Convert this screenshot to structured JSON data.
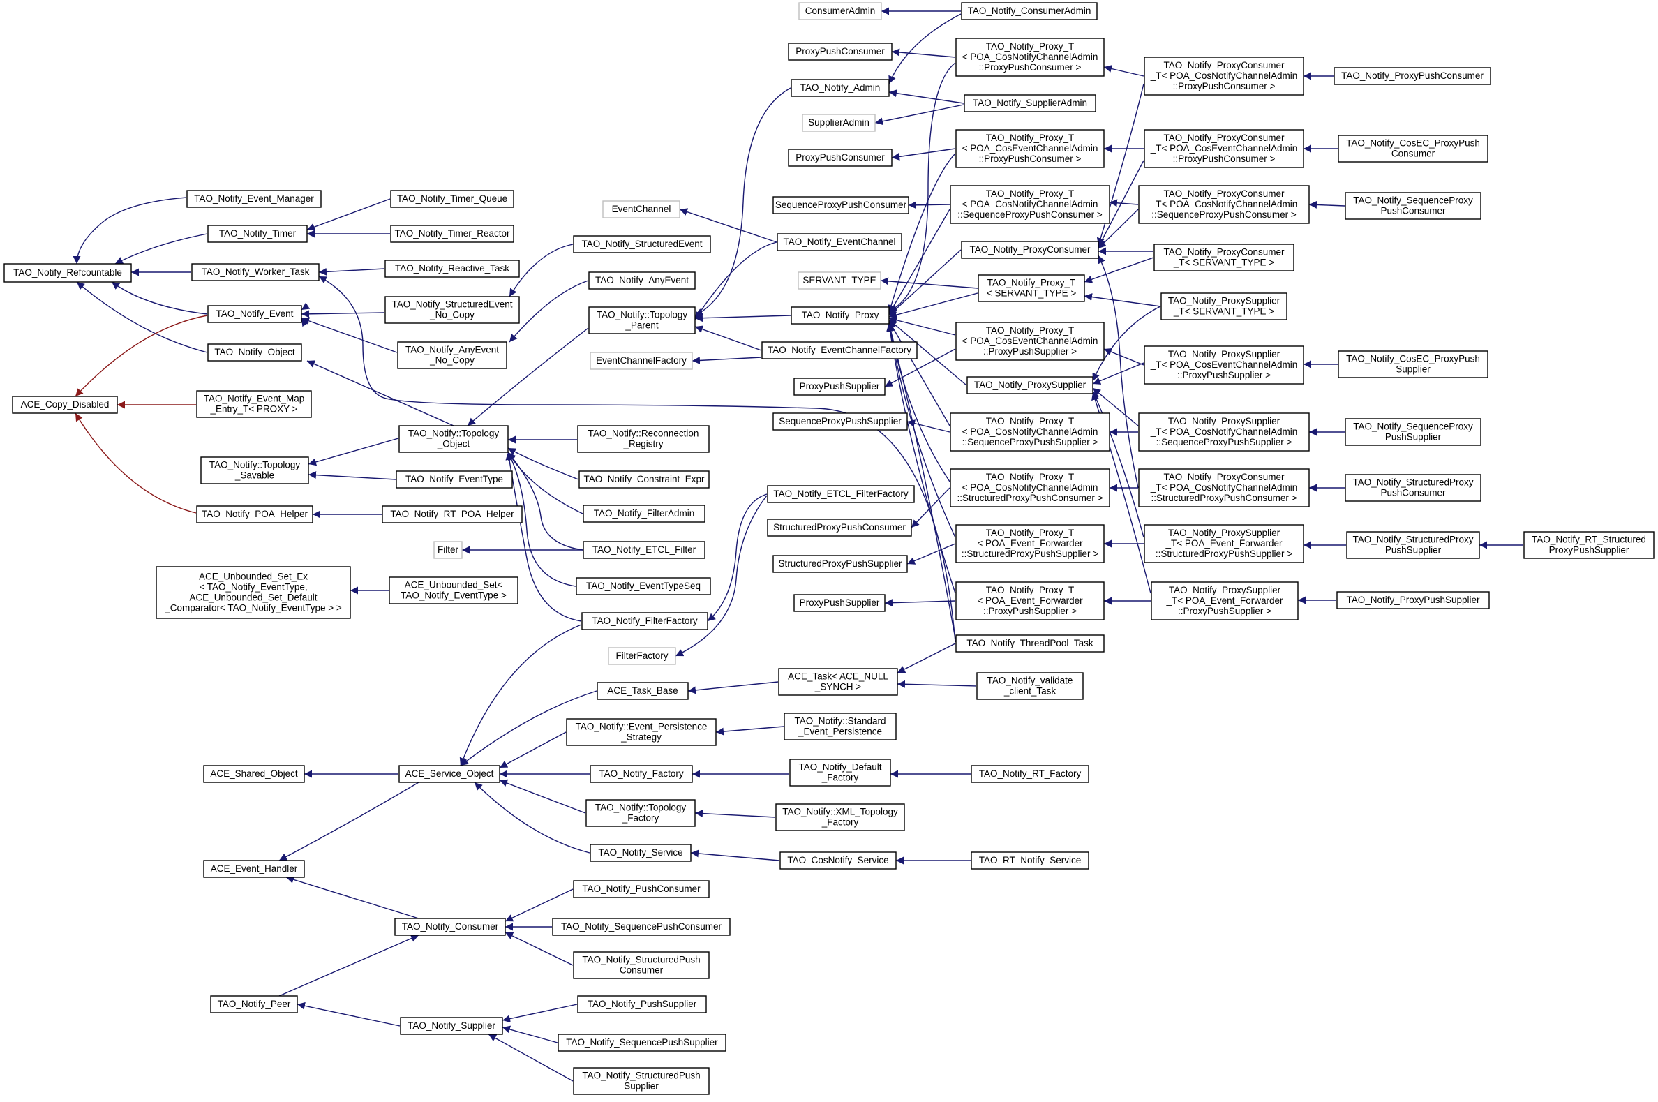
{
  "colors": {
    "edge": "#191970",
    "edge_private": "#8b1a1a",
    "external_border": "#bfbfbf"
  },
  "nodes": [
    {
      "id": "n0",
      "lines": [
        "TAO_Notify_Refcountable"
      ]
    },
    {
      "id": "n1",
      "lines": [
        "TAO_Notify_Event_Manager"
      ]
    },
    {
      "id": "n2",
      "lines": [
        "TAO_Notify_Timer"
      ]
    },
    {
      "id": "n3",
      "lines": [
        "TAO_Notify_Timer_Queue"
      ]
    },
    {
      "id": "n4",
      "lines": [
        "TAO_Notify_Timer_Reactor"
      ]
    },
    {
      "id": "n5",
      "lines": [
        "TAO_Notify_Worker_Task"
      ]
    },
    {
      "id": "n6",
      "lines": [
        "TAO_Notify_Reactive_Task"
      ]
    },
    {
      "id": "n7",
      "lines": [
        "TAO_Notify_Event"
      ]
    },
    {
      "id": "n8",
      "lines": [
        "TAO_Notify_StructuredEvent",
        "_No_Copy"
      ]
    },
    {
      "id": "n9",
      "lines": [
        "TAO_Notify_AnyEvent",
        "_No_Copy"
      ]
    },
    {
      "id": "n10",
      "lines": [
        "TAO_Notify_Object"
      ]
    },
    {
      "id": "n11",
      "lines": [
        "ACE_Copy_Disabled"
      ]
    },
    {
      "id": "n12",
      "lines": [
        "TAO_Notify_Event_Map",
        "_Entry_T< PROXY >"
      ]
    },
    {
      "id": "n13",
      "lines": [
        "TAO_Notify::Topology",
        "_Savable"
      ]
    },
    {
      "id": "n14",
      "lines": [
        "TAO_Notify_POA_Helper"
      ]
    },
    {
      "id": "n15",
      "lines": [
        "TAO_Notify_RT_POA_Helper"
      ]
    },
    {
      "id": "n16",
      "lines": [
        "ACE_Unbounded_Set_Ex",
        "< TAO_Notify_EventType,",
        "ACE_Unbounded_Set_Default",
        "_Comparator< TAO_Notify_EventType > >"
      ]
    },
    {
      "id": "n17",
      "lines": [
        "ACE_Unbounded_Set<",
        "TAO_Notify_EventType >"
      ]
    },
    {
      "id": "n18",
      "lines": [
        "TAO_Notify_StructuredEvent"
      ]
    },
    {
      "id": "n19",
      "lines": [
        "TAO_Notify_AnyEvent"
      ]
    },
    {
      "id": "n20",
      "lines": [
        "TAO_Notify::Topology",
        "_Parent"
      ]
    },
    {
      "id": "n21",
      "lines": [
        "TAO_Notify::Topology",
        "_Object"
      ]
    },
    {
      "id": "n22",
      "lines": [
        "TAO_Notify::Reconnection",
        "_Registry"
      ]
    },
    {
      "id": "n23",
      "lines": [
        "TAO_Notify_EventType"
      ]
    },
    {
      "id": "n24",
      "lines": [
        "TAO_Notify_Constraint_Expr"
      ]
    },
    {
      "id": "n25",
      "lines": [
        "TAO_Notify_FilterAdmin"
      ]
    },
    {
      "id": "n26",
      "lines": [
        "Filter"
      ],
      "external": true
    },
    {
      "id": "n27",
      "lines": [
        "TAO_Notify_ETCL_Filter"
      ]
    },
    {
      "id": "n28",
      "lines": [
        "TAO_Notify_EventTypeSeq"
      ]
    },
    {
      "id": "n29",
      "lines": [
        "TAO_Notify_FilterFactory"
      ]
    },
    {
      "id": "n30",
      "lines": [
        "EventChannel"
      ],
      "external": true
    },
    {
      "id": "n31",
      "lines": [
        "EventChannelFactory"
      ],
      "external": true
    },
    {
      "id": "n32",
      "lines": [
        "FilterFactory"
      ],
      "external": true
    },
    {
      "id": "n33",
      "lines": [
        "ConsumerAdmin"
      ],
      "external": true
    },
    {
      "id": "n34",
      "lines": [
        "ProxyPushConsumer"
      ]
    },
    {
      "id": "n35",
      "lines": [
        "SupplierAdmin"
      ],
      "external": true
    },
    {
      "id": "n36",
      "lines": [
        "ProxyPushConsumer"
      ]
    },
    {
      "id": "n37",
      "lines": [
        "SequenceProxyPushConsumer"
      ]
    },
    {
      "id": "n38",
      "lines": [
        "SERVANT_TYPE"
      ],
      "external": true
    },
    {
      "id": "n39",
      "lines": [
        "ProxyPushSupplier"
      ]
    },
    {
      "id": "n40",
      "lines": [
        "SequenceProxyPushSupplier"
      ]
    },
    {
      "id": "n41",
      "lines": [
        "StructuredProxyPushConsumer"
      ]
    },
    {
      "id": "n42",
      "lines": [
        "StructuredProxyPushSupplier"
      ]
    },
    {
      "id": "n43",
      "lines": [
        "ProxyPushSupplier"
      ]
    },
    {
      "id": "n44",
      "lines": [
        "TAO_Notify_Admin"
      ]
    },
    {
      "id": "n45",
      "lines": [
        "TAO_Notify_EventChannel"
      ]
    },
    {
      "id": "n46",
      "lines": [
        "TAO_Notify_Proxy"
      ]
    },
    {
      "id": "n47",
      "lines": [
        "TAO_Notify_EventChannelFactory"
      ]
    },
    {
      "id": "n48",
      "lines": [
        "TAO_Notify_ETCL_FilterFactory"
      ]
    },
    {
      "id": "n49",
      "lines": [
        "TAO_Notify_ConsumerAdmin"
      ]
    },
    {
      "id": "n50",
      "lines": [
        "TAO_Notify_Proxy_T",
        "< POA_CosNotifyChannelAdmin",
        "::ProxyPushConsumer >"
      ]
    },
    {
      "id": "n51",
      "lines": [
        "TAO_Notify_SupplierAdmin"
      ]
    },
    {
      "id": "n52",
      "lines": [
        "TAO_Notify_Proxy_T",
        "< POA_CosEventChannelAdmin",
        "::ProxyPushConsumer >"
      ]
    },
    {
      "id": "n53",
      "lines": [
        "TAO_Notify_Proxy_T",
        "< POA_CosNotifyChannelAdmin",
        "::SequenceProxyPushConsumer >"
      ]
    },
    {
      "id": "n54",
      "lines": [
        "TAO_Notify_ProxyConsumer"
      ]
    },
    {
      "id": "n55",
      "lines": [
        "TAO_Notify_Proxy_T",
        "< SERVANT_TYPE >"
      ]
    },
    {
      "id": "n56",
      "lines": [
        "TAO_Notify_Proxy_T",
        "< POA_CosEventChannelAdmin",
        "::ProxyPushSupplier >"
      ]
    },
    {
      "id": "n57",
      "lines": [
        "TAO_Notify_ProxySupplier"
      ]
    },
    {
      "id": "n58",
      "lines": [
        "TAO_Notify_Proxy_T",
        "< POA_CosNotifyChannelAdmin",
        "::SequenceProxyPushSupplier >"
      ]
    },
    {
      "id": "n59",
      "lines": [
        "TAO_Notify_Proxy_T",
        "< POA_CosNotifyChannelAdmin",
        "::StructuredProxyPushConsumer >"
      ]
    },
    {
      "id": "n60",
      "lines": [
        "TAO_Notify_Proxy_T",
        "< POA_Event_Forwarder",
        "::StructuredProxyPushSupplier >"
      ]
    },
    {
      "id": "n61",
      "lines": [
        "TAO_Notify_Proxy_T",
        "< POA_Event_Forwarder",
        "::ProxyPushSupplier >"
      ]
    },
    {
      "id": "n62",
      "lines": [
        "TAO_Notify_ThreadPool_Task"
      ]
    },
    {
      "id": "n63",
      "lines": [
        "TAO_Notify_ProxyConsumer",
        "_T< POA_CosNotifyChannelAdmin",
        "::ProxyPushConsumer >"
      ]
    },
    {
      "id": "n64",
      "lines": [
        "TAO_Notify_ProxyConsumer",
        "_T< POA_CosEventChannelAdmin",
        "::ProxyPushConsumer >"
      ]
    },
    {
      "id": "n65",
      "lines": [
        "TAO_Notify_ProxyConsumer",
        "_T< POA_CosNotifyChannelAdmin",
        "::SequenceProxyPushConsumer >"
      ]
    },
    {
      "id": "n66",
      "lines": [
        "TAO_Notify_ProxyConsumer",
        "_T< SERVANT_TYPE >"
      ]
    },
    {
      "id": "n67",
      "lines": [
        "TAO_Notify_ProxySupplier",
        "_T< SERVANT_TYPE >"
      ]
    },
    {
      "id": "n68",
      "lines": [
        "TAO_Notify_ProxySupplier",
        "_T< POA_CosEventChannelAdmin",
        "::ProxyPushSupplier >"
      ]
    },
    {
      "id": "n69",
      "lines": [
        "TAO_Notify_ProxySupplier",
        "_T< POA_CosNotifyChannelAdmin",
        "::SequenceProxyPushSupplier >"
      ]
    },
    {
      "id": "n70",
      "lines": [
        "TAO_Notify_ProxyConsumer",
        "_T< POA_CosNotifyChannelAdmin",
        "::StructuredProxyPushConsumer >"
      ]
    },
    {
      "id": "n71",
      "lines": [
        "TAO_Notify_ProxySupplier",
        "_T< POA_Event_Forwarder",
        "::StructuredProxyPushSupplier >"
      ]
    },
    {
      "id": "n72",
      "lines": [
        "TAO_Notify_ProxySupplier",
        "_T< POA_Event_Forwarder",
        "::ProxyPushSupplier >"
      ]
    },
    {
      "id": "n73",
      "lines": [
        "TAO_Notify_ProxyPushConsumer"
      ]
    },
    {
      "id": "n74",
      "lines": [
        "TAO_Notify_CosEC_ProxyPush",
        "Consumer"
      ]
    },
    {
      "id": "n75",
      "lines": [
        "TAO_Notify_SequenceProxy",
        "PushConsumer"
      ]
    },
    {
      "id": "n76",
      "lines": [
        "TAO_Notify_CosEC_ProxyPush",
        "Supplier"
      ]
    },
    {
      "id": "n77",
      "lines": [
        "TAO_Notify_SequenceProxy",
        "PushSupplier"
      ]
    },
    {
      "id": "n78",
      "lines": [
        "TAO_Notify_StructuredProxy",
        "PushConsumer"
      ]
    },
    {
      "id": "n79",
      "lines": [
        "TAO_Notify_StructuredProxy",
        "PushSupplier"
      ]
    },
    {
      "id": "n80",
      "lines": [
        "TAO_Notify_ProxyPushSupplier"
      ]
    },
    {
      "id": "n81",
      "lines": [
        "TAO_Notify_RT_Structured",
        "ProxyPushSupplier"
      ]
    },
    {
      "id": "n82",
      "lines": [
        "ACE_Task_Base"
      ]
    },
    {
      "id": "n83",
      "lines": [
        "ACE_Task< ACE_NULL",
        "_SYNCH >"
      ]
    },
    {
      "id": "n84",
      "lines": [
        "TAO_Notify_validate",
        "_client_Task"
      ]
    },
    {
      "id": "n85",
      "lines": [
        "TAO_Notify::Event_Persistence",
        "_Strategy"
      ]
    },
    {
      "id": "n86",
      "lines": [
        "TAO_Notify::Standard",
        "_Event_Persistence"
      ]
    },
    {
      "id": "n87",
      "lines": [
        "ACE_Shared_Object"
      ]
    },
    {
      "id": "n88",
      "lines": [
        "ACE_Service_Object"
      ]
    },
    {
      "id": "n89",
      "lines": [
        "TAO_Notify_Factory"
      ]
    },
    {
      "id": "n90",
      "lines": [
        "TAO_Notify_Default",
        "_Factory"
      ]
    },
    {
      "id": "n91",
      "lines": [
        "TAO_Notify_RT_Factory"
      ]
    },
    {
      "id": "n92",
      "lines": [
        "TAO_Notify::Topology",
        "_Factory"
      ]
    },
    {
      "id": "n93",
      "lines": [
        "TAO_Notify::XML_Topology",
        "_Factory"
      ]
    },
    {
      "id": "n94",
      "lines": [
        "ACE_Event_Handler"
      ]
    },
    {
      "id": "n95",
      "lines": [
        "TAO_Notify_Service"
      ]
    },
    {
      "id": "n96",
      "lines": [
        "TAO_CosNotify_Service"
      ]
    },
    {
      "id": "n97",
      "lines": [
        "TAO_RT_Notify_Service"
      ]
    },
    {
      "id": "n98",
      "lines": [
        "TAO_Notify_Consumer"
      ]
    },
    {
      "id": "n99",
      "lines": [
        "TAO_Notify_PushConsumer"
      ]
    },
    {
      "id": "n100",
      "lines": [
        "TAO_Notify_SequencePushConsumer"
      ]
    },
    {
      "id": "n101",
      "lines": [
        "TAO_Notify_StructuredPush",
        "Consumer"
      ]
    },
    {
      "id": "n102",
      "lines": [
        "TAO_Notify_Peer"
      ]
    },
    {
      "id": "n103",
      "lines": [
        "TAO_Notify_Supplier"
      ]
    },
    {
      "id": "n104",
      "lines": [
        "TAO_Notify_PushSupplier"
      ]
    },
    {
      "id": "n105",
      "lines": [
        "TAO_Notify_SequencePushSupplier"
      ]
    },
    {
      "id": "n106",
      "lines": [
        "TAO_Notify_StructuredPush",
        "Supplier"
      ]
    }
  ]
}
